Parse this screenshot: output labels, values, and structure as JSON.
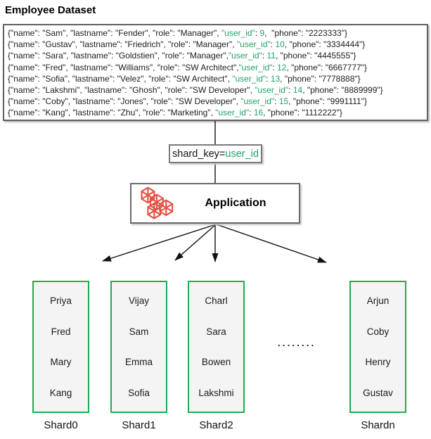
{
  "page": {
    "title": "Employee Dataset"
  },
  "dataset": {
    "records": [
      {
        "pre": "{\"name\": \"Sam\", \"lastname\": \"Fender\", \"role\": \"Manager\", ",
        "key": "\"user_id\"",
        "sep": ": ",
        "val": "9",
        "post": ",  \"phone\": \"2223333\"}"
      },
      {
        "pre": "{\"name\": \"Gustav\", \"lastname\": \"Friedrich\", \"role\": \"Manager\", ",
        "key": "\"user_id\"",
        "sep": ": ",
        "val": "10",
        "post": ", \"phone\": \"3334444\"}"
      },
      {
        "pre": "{\"name\": \"Sara\", \"lastname\": \"Goldstien\", \"role\": \"Manager\",",
        "key": "\"user_id\"",
        "sep": ": ",
        "val": "11",
        "post": ", \"phone\": \"4445555\"}"
      },
      {
        "pre": "{\"name\": \"Fred\", \"lastname\": \"Williams\", \"role\": \"SW Architect\",",
        "key": "\"user_id\"",
        "sep": ": ",
        "val": "12",
        "post": ", \"phone\": \"6667777\"}"
      },
      {
        "pre": "{\"name\": \"Sofia\", \"lastname\": \"Velez\", \"role\": \"SW Architect\", ",
        "key": "\"user_id\"",
        "sep": ": ",
        "val": "13",
        "post": ", \"phone\": \"7778888\"}"
      },
      {
        "pre": "{\"name\": \"Lakshmi\", \"lastname\": \"Ghosh\", \"role\": \"SW Developer\", ",
        "key": "\"user_id\"",
        "sep": ": ",
        "val": "14",
        "post": ", \"phone\": \"8889999\"}"
      },
      {
        "pre": "{\"name\": \"Coby\", \"lastname\": \"Jones\", \"role\": \"SW Developer\", ",
        "key": "\"user_id\"",
        "sep": ": ",
        "val": "15",
        "post": ", \"phone\": \"9991111\"}"
      },
      {
        "pre": "{\"name\": \"Kang\", \"lastname\": \"Zhu\", \"role\": \"Marketing\", ",
        "key": "\"user_id\"",
        "sep": ": ",
        "val": "16",
        "post": ", \"phone\": \"1112222\"}"
      }
    ]
  },
  "shard_key": {
    "prefix": "shard_key=",
    "key": "user_id"
  },
  "application": {
    "label": "Application",
    "icon": "red-wireframe-cubes-icon"
  },
  "shards": [
    {
      "label": "Shard0",
      "names": [
        "Priya",
        "Fred",
        "Mary",
        "Kang"
      ]
    },
    {
      "label": "Shard1",
      "names": [
        "Vijay",
        "Sam",
        "Emma",
        "Sofia"
      ]
    },
    {
      "label": "Shard2",
      "names": [
        "Charl",
        "Sara",
        "Bowen",
        "Lakshmi"
      ]
    },
    {
      "label": "Shardn",
      "names": [
        "Arjun",
        "Coby",
        "Henry",
        "Gustav"
      ]
    }
  ],
  "ellipsis": "........",
  "colors": {
    "accent_green": "#21a366",
    "shard_border_green": "#1fad51",
    "icon_red": "#e05243",
    "line_black": "#111111",
    "box_border_gray": "#6a6a6a"
  }
}
